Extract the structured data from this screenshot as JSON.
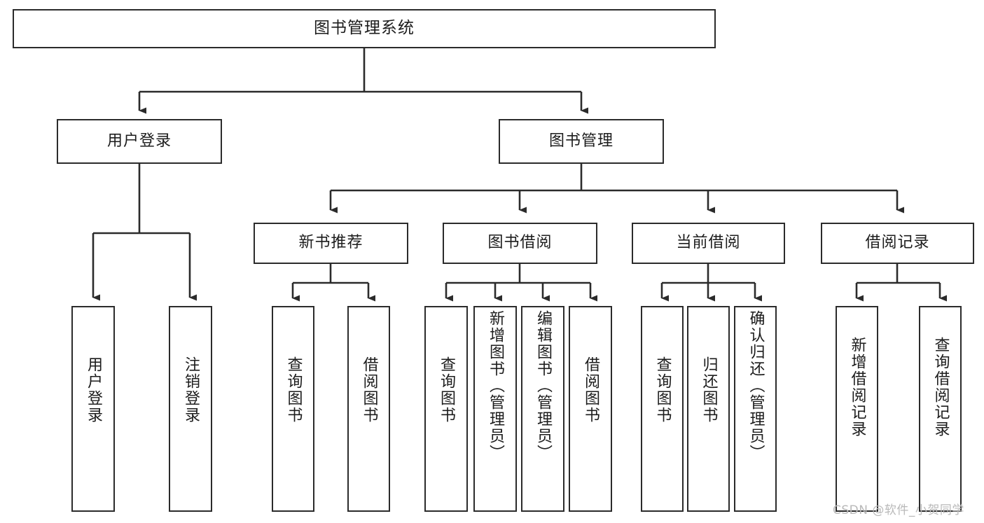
{
  "diagram": {
    "title": "图书管理系统",
    "type": "tree-hierarchy",
    "root": {
      "label": "图书管理系统"
    },
    "level2": [
      {
        "label": "用户登录"
      },
      {
        "label": "图书管理"
      }
    ],
    "level3": [
      {
        "label": "新书推荐"
      },
      {
        "label": "图书借阅"
      },
      {
        "label": "当前借阅"
      },
      {
        "label": "借阅记录"
      }
    ],
    "leaves_user_login": [
      {
        "label": "用户登录"
      },
      {
        "label": "注销登录"
      }
    ],
    "leaves_new_book": [
      {
        "label": "查询图书"
      },
      {
        "label": "借阅图书"
      }
    ],
    "leaves_borrow": [
      {
        "label": "查询图书"
      },
      {
        "label": "新增图书（管理员）"
      },
      {
        "label": "编辑图书（管理员）"
      },
      {
        "label": "借阅图书"
      }
    ],
    "leaves_current": [
      {
        "label": "查询图书"
      },
      {
        "label": "归还图书"
      },
      {
        "label": "确认归还（管理员）"
      }
    ],
    "leaves_records": [
      {
        "label": "新增借阅记录"
      },
      {
        "label": "查询借阅记录"
      }
    ]
  },
  "watermark": {
    "text": "CSDN @软件_小贺同学"
  },
  "colors": {
    "stroke": "#2b2b2b",
    "fill": "#ffffff",
    "text": "#1c1c1c",
    "watermark": "#b9b9b9"
  }
}
